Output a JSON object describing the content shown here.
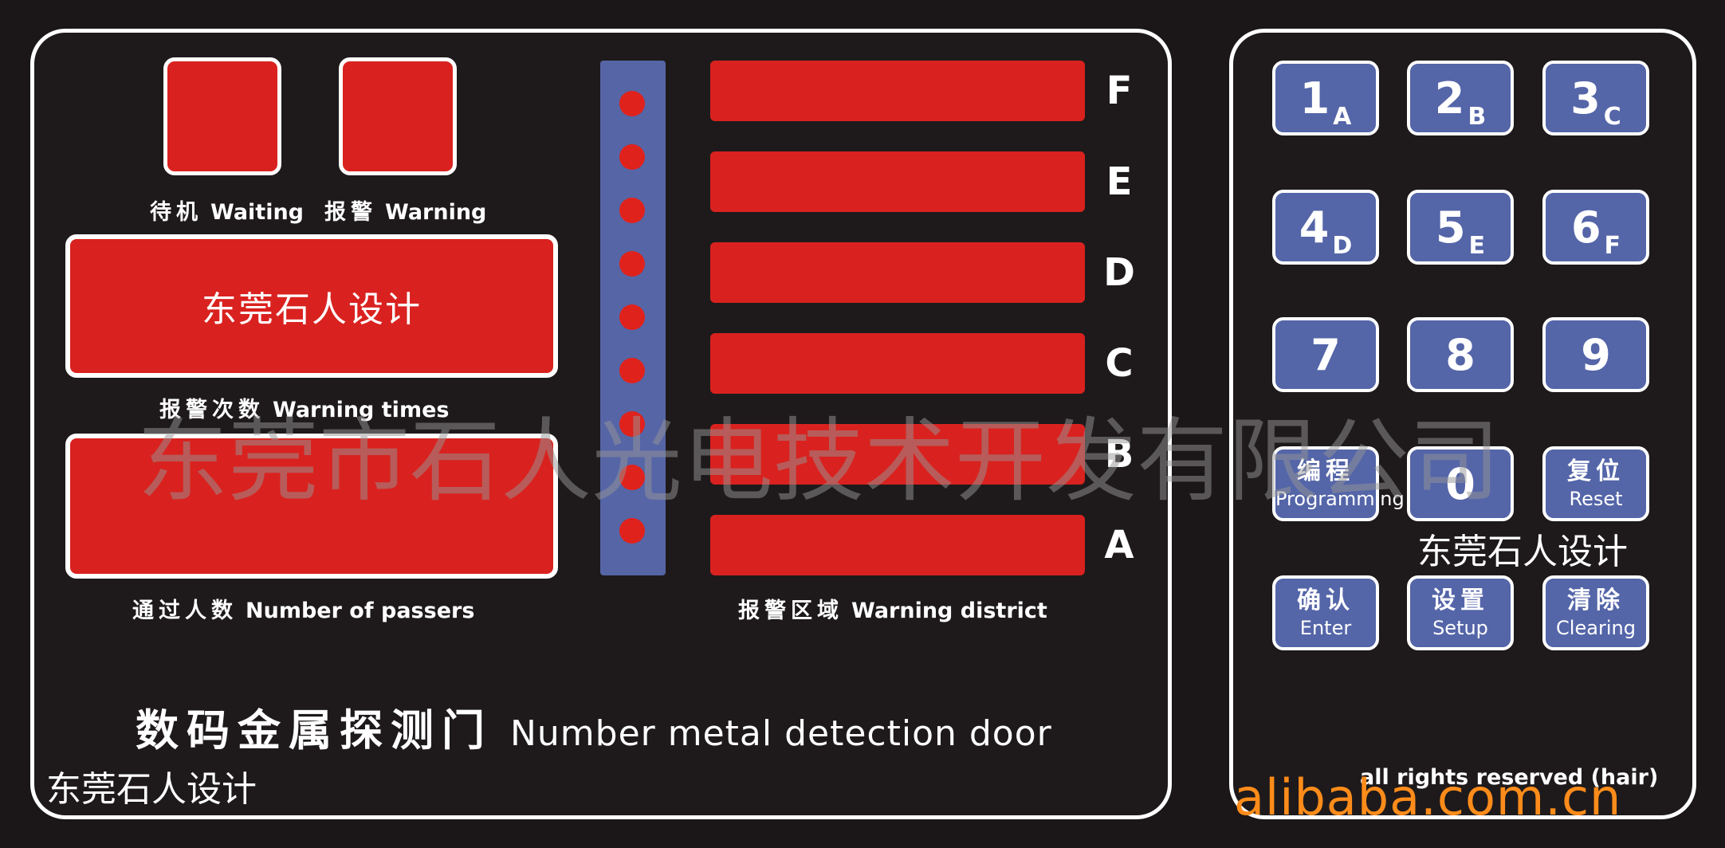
{
  "status_indicators": {
    "waiting_zh": "待机",
    "waiting_en": "Waiting",
    "warning_zh": "报警",
    "warning_en": "Warning"
  },
  "warning_times": {
    "display_text": "东莞石人设计",
    "label_zh": "报警次数",
    "label_en": "Warning times"
  },
  "passers": {
    "label_zh": "通过人数",
    "label_en": "Number of passers"
  },
  "warning_district": {
    "label_zh": "报警区域",
    "label_en": "Warning district",
    "zones": [
      "F",
      "E",
      "D",
      "C",
      "B",
      "A"
    ]
  },
  "product": {
    "title_zh": "数码金属探测门",
    "title_en": "Number metal detection door"
  },
  "design_mark": "东莞石人设计",
  "watermark": "东莞市石人光电技术开发有限公司",
  "keypad": {
    "keys": [
      {
        "num": "1",
        "sub": "A"
      },
      {
        "num": "2",
        "sub": "B"
      },
      {
        "num": "3",
        "sub": "C"
      },
      {
        "num": "4",
        "sub": "D"
      },
      {
        "num": "5",
        "sub": "E"
      },
      {
        "num": "6",
        "sub": "F"
      },
      {
        "num": "7"
      },
      {
        "num": "8"
      },
      {
        "num": "9"
      }
    ],
    "programming_zh": "编程",
    "programming_en": "Programming",
    "zero": "0",
    "reset_zh": "复位",
    "reset_en": "Reset",
    "enter_zh": "确认",
    "enter_en": "Enter",
    "setup_zh": "设置",
    "setup_en": "Setup",
    "clearing_zh": "清除",
    "clearing_en": "Clearing"
  },
  "rights": "all rights reserved (hair)",
  "site_watermark": "alibaba.com.cn",
  "colors": {
    "background": "#1b1718",
    "display_red": "#d9221f",
    "key_blue": "#5465a8",
    "led_column_blue": "#5665a6",
    "site_orange": "#ff8c1a"
  }
}
